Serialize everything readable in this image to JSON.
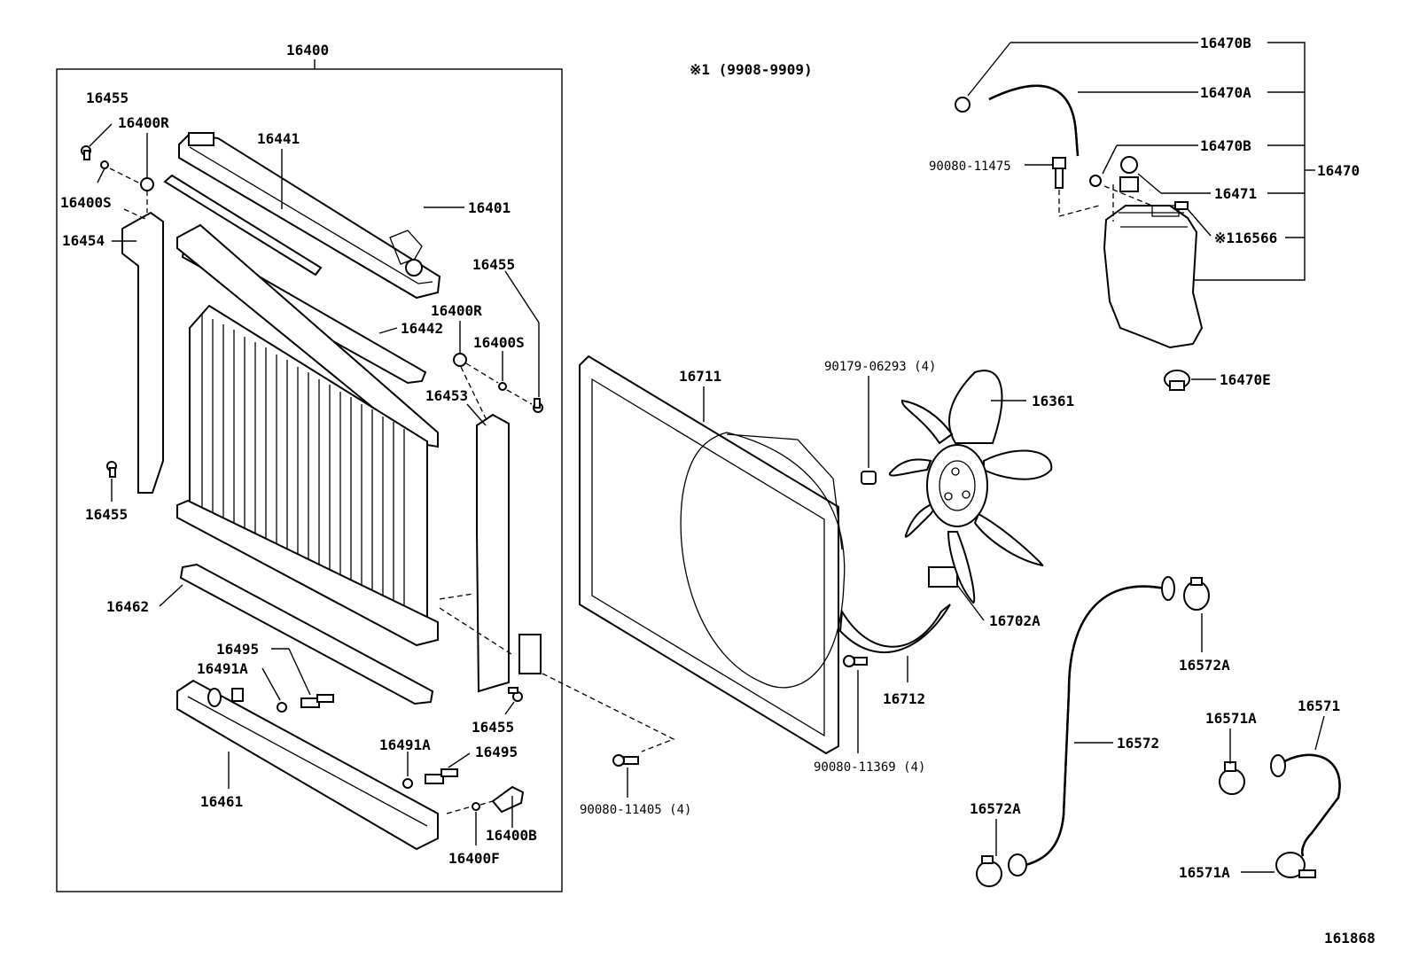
{
  "note": "※1 (9908-9909)",
  "figure_number": "161868",
  "labels": {
    "p16400": "16400",
    "p16455_a": "16455",
    "p16400R_a": "16400R",
    "p16400S_a": "16400S",
    "p16441": "16441",
    "p16401": "16401",
    "p16454": "16454",
    "p16455_b": "16455",
    "p16400R_b": "16400R",
    "p16442": "16442",
    "p16400S_b": "16400S",
    "p16453": "16453",
    "p16455_c": "16455",
    "p16462": "16462",
    "p16495_a": "16495",
    "p16491A_a": "16491A",
    "p16455_d": "16455",
    "p16491A_b": "16491A",
    "p16495_b": "16495",
    "p16461": "16461",
    "p16400B": "16400B",
    "p16400F": "16400F",
    "p16711": "16711",
    "p90179": "90179-06293 (4)",
    "p16361": "16361",
    "p16702A": "16702A",
    "p16712": "16712",
    "p90080_11369": "90080-11369 (4)",
    "p90080_11405": "90080-11405 (4)",
    "p16470B_a": "16470B",
    "p16470A": "16470A",
    "p16470B_b": "16470B",
    "p90080_11475": "90080-11475",
    "p16470": "16470",
    "p16471": "16471",
    "p116566": "※116566",
    "p16470E": "16470E",
    "p16572A_a": "16572A",
    "p16572": "16572",
    "p16571A_a": "16571A",
    "p16571": "16571",
    "p16572A_b": "16572A",
    "p16571A_b": "16571A"
  }
}
